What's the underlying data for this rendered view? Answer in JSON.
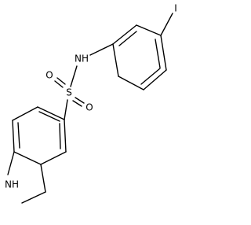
{
  "molecule": {
    "atoms": {
      "iodine": "I",
      "amide_nitrogen": "NH",
      "sulfur": "S",
      "oxygen_left": "O",
      "oxygen_right": "O",
      "indoline_nitrogen": "NH"
    }
  }
}
